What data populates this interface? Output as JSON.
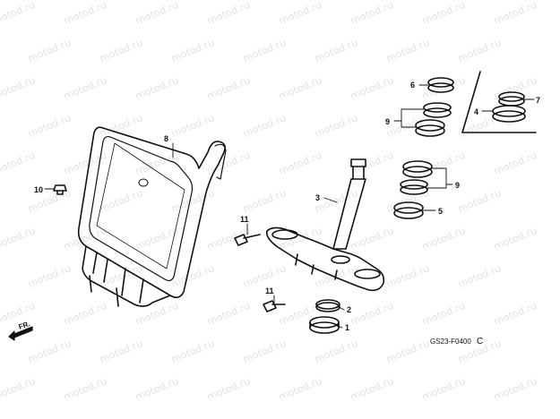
{
  "watermark": "motod.ru",
  "callouts": {
    "c1": "1",
    "c2": "2",
    "c3": "3",
    "c4": "4",
    "c5": "5",
    "c6": "6",
    "c7": "7",
    "c8": "8",
    "c9a": "9",
    "c9b": "9",
    "c10": "10",
    "c11a": "11",
    "c11b": "11"
  },
  "direction_label": "FR.",
  "diagram_code": "GS23-F0400",
  "diagram_code_suffix": "C"
}
